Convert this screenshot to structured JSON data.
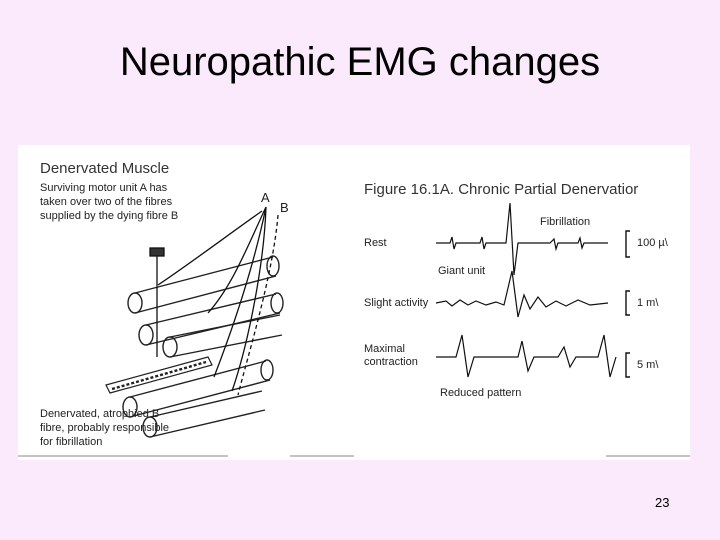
{
  "slide": {
    "title": "Neuropathic EMG changes",
    "page_number": "23"
  },
  "left_figure": {
    "heading": "Denervated Muscle",
    "caption_top_line1": "Surviving motor unit A has",
    "caption_top_line2": "taken over two of the fibres",
    "caption_top_line3": "supplied by the dying fibre B",
    "label_a": "A",
    "label_b": "B",
    "caption_bottom_line1": "Denervated, atrophied B",
    "caption_bottom_line2": "fibre, probably responsible",
    "caption_bottom_line3": "for fibrillation"
  },
  "right_figure": {
    "title": "Figure 16.1A. Chronic Partial Denervatior",
    "row_rest": "Rest",
    "row_slight_activity": "Slight activity",
    "row_maximal_line1": "Maximal",
    "row_maximal_line2": "contraction",
    "annotation_fibrillation": "Fibrillation",
    "annotation_giant_unit": "Giant unit",
    "annotation_reduced_pattern": "Reduced pattern",
    "scale_rest": "100 µ\\",
    "scale_slight": "1 m\\",
    "scale_maximal": "5 m\\"
  }
}
